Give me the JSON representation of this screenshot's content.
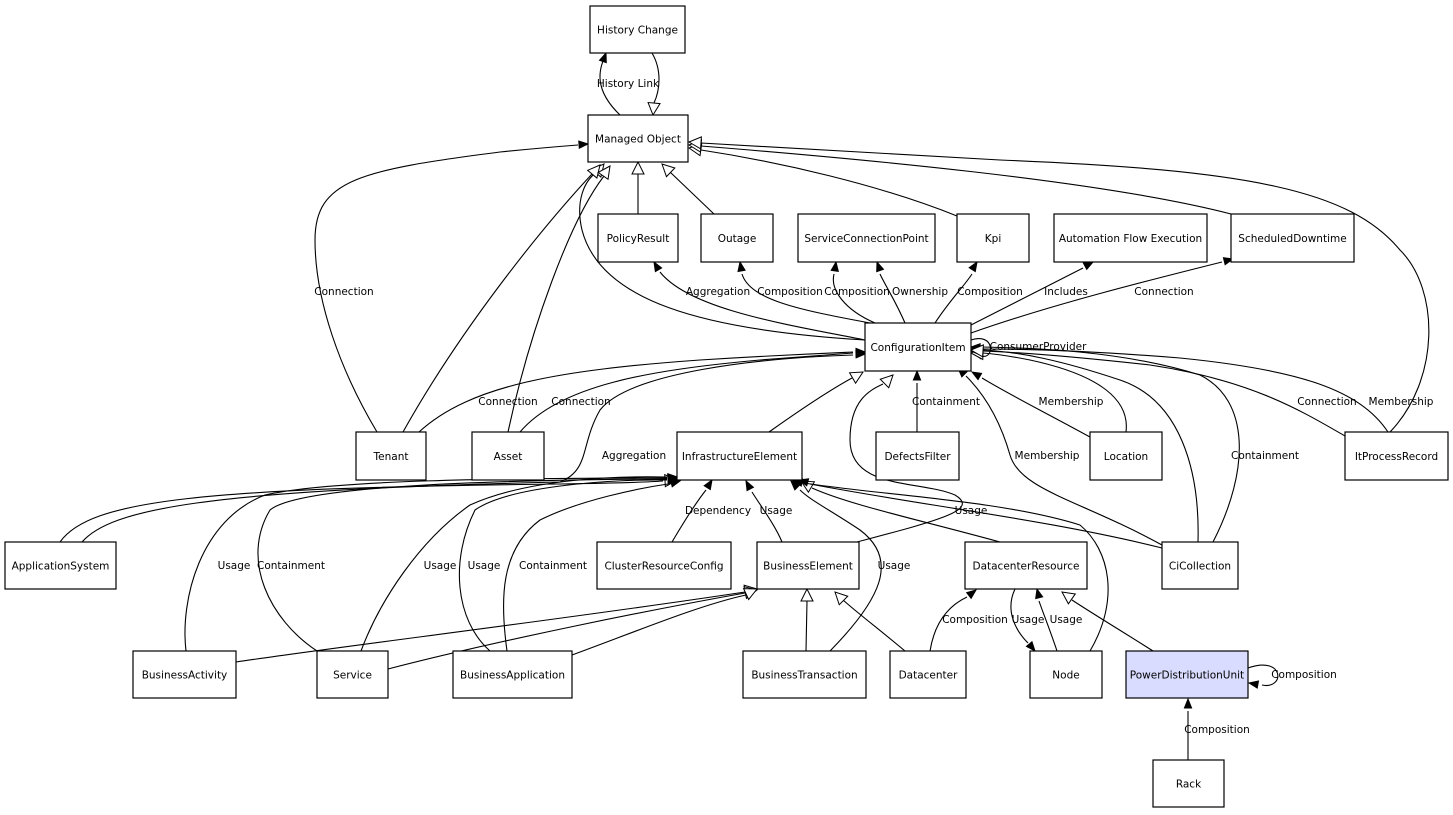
{
  "diagram": {
    "nodes": [
      {
        "id": "history_change",
        "label": "History Change"
      },
      {
        "id": "managed_object",
        "label": "Managed Object"
      },
      {
        "id": "policy_result",
        "label": "PolicyResult"
      },
      {
        "id": "outage",
        "label": "Outage"
      },
      {
        "id": "service_connection_point",
        "label": "ServiceConnectionPoint"
      },
      {
        "id": "kpi",
        "label": "Kpi"
      },
      {
        "id": "automation_flow_execution",
        "label": "Automation Flow Execution"
      },
      {
        "id": "scheduled_downtime",
        "label": "ScheduledDowntime"
      },
      {
        "id": "configuration_item",
        "label": "ConfigurationItem"
      },
      {
        "id": "tenant",
        "label": "Tenant"
      },
      {
        "id": "asset",
        "label": "Asset"
      },
      {
        "id": "infrastructure_element",
        "label": "InfrastructureElement"
      },
      {
        "id": "defects_filter",
        "label": "DefectsFilter"
      },
      {
        "id": "location",
        "label": "Location"
      },
      {
        "id": "it_process_record",
        "label": "ItProcessRecord"
      },
      {
        "id": "application_system",
        "label": "ApplicationSystem"
      },
      {
        "id": "cluster_resource_config",
        "label": "ClusterResourceConfig"
      },
      {
        "id": "business_element",
        "label": "BusinessElement"
      },
      {
        "id": "datacenter_resource",
        "label": "DatacenterResource"
      },
      {
        "id": "ci_collection",
        "label": "CiCollection"
      },
      {
        "id": "business_activity",
        "label": "BusinessActivity"
      },
      {
        "id": "service",
        "label": "Service"
      },
      {
        "id": "business_application",
        "label": "BusinessApplication"
      },
      {
        "id": "business_transaction",
        "label": "BusinessTransaction"
      },
      {
        "id": "datacenter",
        "label": "Datacenter"
      },
      {
        "id": "node",
        "label": "Node"
      },
      {
        "id": "power_distribution_unit",
        "label": "PowerDistributionUnit",
        "highlighted": true
      },
      {
        "id": "rack",
        "label": "Rack"
      }
    ],
    "edges": [
      {
        "id": "e_history_link",
        "label": "History Link",
        "from": "managed_object",
        "to": "history_change",
        "arrow": "filled"
      },
      {
        "id": "e_history_inherit",
        "label": "",
        "from": "history_change",
        "to": "managed_object",
        "arrow": "hollow"
      },
      {
        "id": "e_policy_inherit",
        "label": "",
        "from": "policy_result",
        "to": "managed_object",
        "arrow": "hollow"
      },
      {
        "id": "e_outage_inherit",
        "label": "",
        "from": "outage",
        "to": "managed_object",
        "arrow": "hollow"
      },
      {
        "id": "e_kpi_inherit",
        "label": "",
        "from": "kpi",
        "to": "managed_object",
        "arrow": "hollow"
      },
      {
        "id": "e_sched_inherit",
        "label": "",
        "from": "scheduled_downtime",
        "to": "managed_object",
        "arrow": "hollow"
      },
      {
        "id": "e_itproc_inherit",
        "label": "",
        "from": "it_process_record",
        "to": "managed_object",
        "arrow": "hollow"
      },
      {
        "id": "e_ci_inherit_mo",
        "label": "",
        "from": "configuration_item",
        "to": "managed_object",
        "arrow": "hollow"
      },
      {
        "id": "e_tenant_inherit",
        "label": "",
        "from": "tenant",
        "to": "managed_object",
        "arrow": "hollow"
      },
      {
        "id": "e_asset_inherit",
        "label": "",
        "from": "asset",
        "to": "managed_object",
        "arrow": "hollow"
      },
      {
        "id": "e_tenant_connection_mo",
        "label": "Connection",
        "from": "tenant",
        "to": "managed_object",
        "arrow": "filled"
      },
      {
        "id": "e_ci_aggregation_policy",
        "label": "Aggregation",
        "from": "configuration_item",
        "to": "policy_result",
        "arrow": "filled"
      },
      {
        "id": "e_ci_composition_outage",
        "label": "Composition",
        "from": "configuration_item",
        "to": "outage",
        "arrow": "filled"
      },
      {
        "id": "e_ci_composition_scp",
        "label": "Composition",
        "from": "configuration_item",
        "to": "service_connection_point",
        "arrow": "filled"
      },
      {
        "id": "e_ci_ownership_scp",
        "label": "Ownership",
        "from": "configuration_item",
        "to": "service_connection_point",
        "arrow": "filled"
      },
      {
        "id": "e_ci_composition_kpi",
        "label": "Composition",
        "from": "configuration_item",
        "to": "kpi",
        "arrow": "filled"
      },
      {
        "id": "e_ci_includes_afe",
        "label": "Includes",
        "from": "configuration_item",
        "to": "automation_flow_execution",
        "arrow": "filled"
      },
      {
        "id": "e_ci_connection_sd",
        "label": "Connection",
        "from": "configuration_item",
        "to": "scheduled_downtime",
        "arrow": "filled"
      },
      {
        "id": "e_ci_consumer_provider",
        "label": "ConsumerProvider",
        "from": "configuration_item",
        "to": "configuration_item",
        "arrow": "filled"
      },
      {
        "id": "e_tenant_connection_ci",
        "label": "Connection",
        "from": "tenant",
        "to": "configuration_item",
        "arrow": "filled"
      },
      {
        "id": "e_asset_connection_ci",
        "label": "Connection",
        "from": "asset",
        "to": "configuration_item",
        "arrow": "filled"
      },
      {
        "id": "e_appsys_aggregation_ci",
        "label": "Aggregation",
        "from": "application_system",
        "to": "configuration_item",
        "arrow": "filled"
      },
      {
        "id": "e_infra_inherit_ci",
        "label": "",
        "from": "infrastructure_element",
        "to": "configuration_item",
        "arrow": "hollow"
      },
      {
        "id": "e_defects_containment",
        "label": "Containment",
        "from": "defects_filter",
        "to": "configuration_item",
        "arrow": "filled"
      },
      {
        "id": "e_location_inherit",
        "label": "",
        "from": "location",
        "to": "configuration_item",
        "arrow": "hollow"
      },
      {
        "id": "e_location_membership",
        "label": "Membership",
        "from": "location",
        "to": "configuration_item",
        "arrow": "filled"
      },
      {
        "id": "e_itproc_connection",
        "label": "Connection",
        "from": "it_process_record",
        "to": "configuration_item",
        "arrow": "filled"
      },
      {
        "id": "e_itproc_membership",
        "label": "Membership",
        "from": "it_process_record",
        "to": "configuration_item",
        "arrow": "filled"
      },
      {
        "id": "e_cicoll_membership",
        "label": "Membership",
        "from": "ci_collection",
        "to": "configuration_item",
        "arrow": "filled"
      },
      {
        "id": "e_cicoll_containment",
        "label": "Containment",
        "from": "ci_collection",
        "to": "configuration_item",
        "arrow": "filled"
      },
      {
        "id": "e_cicoll_inherit",
        "label": "",
        "from": "ci_collection",
        "to": "configuration_item",
        "arrow": "hollow"
      },
      {
        "id": "e_bizelem_inherit_ci",
        "label": "",
        "from": "business_element",
        "to": "configuration_item",
        "arrow": "hollow"
      },
      {
        "id": "e_appsys_inherit_infra",
        "label": "",
        "from": "application_system",
        "to": "infrastructure_element",
        "arrow": "hollow"
      },
      {
        "id": "e_bizact_usage",
        "label": "Usage",
        "from": "business_activity",
        "to": "infrastructure_element",
        "arrow": "filled"
      },
      {
        "id": "e_service_containment",
        "label": "Containment",
        "from": "service",
        "to": "infrastructure_element",
        "arrow": "filled"
      },
      {
        "id": "e_service_usage",
        "label": "Usage",
        "from": "service",
        "to": "infrastructure_element",
        "arrow": "filled"
      },
      {
        "id": "e_bizapp_usage",
        "label": "Usage",
        "from": "business_application",
        "to": "infrastructure_element",
        "arrow": "filled"
      },
      {
        "id": "e_bizapp_containment",
        "label": "Containment",
        "from": "business_application",
        "to": "infrastructure_element",
        "arrow": "filled"
      },
      {
        "id": "e_cluster_dependency",
        "label": "Dependency",
        "from": "cluster_resource_config",
        "to": "infrastructure_element",
        "arrow": "filled"
      },
      {
        "id": "e_bizelem_usage",
        "label": "Usage",
        "from": "business_element",
        "to": "infrastructure_element",
        "arrow": "filled"
      },
      {
        "id": "e_biztrans_usage",
        "label": "Usage",
        "from": "business_transaction",
        "to": "infrastructure_element",
        "arrow": "filled"
      },
      {
        "id": "e_dcres_inherit_infra",
        "label": "",
        "from": "datacenter_resource",
        "to": "infrastructure_element",
        "arrow": "hollow"
      },
      {
        "id": "e_node_usage_infra",
        "label": "Usage",
        "from": "node",
        "to": "infrastructure_element",
        "arrow": "filled"
      },
      {
        "id": "e_cicoll_usage_infra",
        "label": "",
        "from": "ci_collection",
        "to": "infrastructure_element",
        "arrow": "filled"
      },
      {
        "id": "e_bizact_inherit_be",
        "label": "",
        "from": "business_activity",
        "to": "business_element",
        "arrow": "hollow"
      },
      {
        "id": "e_service_inherit_be",
        "label": "",
        "from": "service",
        "to": "business_element",
        "arrow": "hollow"
      },
      {
        "id": "e_bizapp_inherit_be",
        "label": "",
        "from": "business_application",
        "to": "business_element",
        "arrow": "hollow"
      },
      {
        "id": "e_biztrans_inherit_be",
        "label": "",
        "from": "business_transaction",
        "to": "business_element",
        "arrow": "hollow"
      },
      {
        "id": "e_datacenter_inherit_be",
        "label": "",
        "from": "datacenter",
        "to": "business_element",
        "arrow": "hollow"
      },
      {
        "id": "e_datacenter_composition_dcr",
        "label": "Composition",
        "from": "datacenter",
        "to": "datacenter_resource",
        "arrow": "filled"
      },
      {
        "id": "e_dcr_usage_node",
        "label": "Usage",
        "from": "datacenter_resource",
        "to": "node",
        "arrow": "filled"
      },
      {
        "id": "e_node_usage_dcr",
        "label": "Usage",
        "from": "node",
        "to": "datacenter_resource",
        "arrow": "filled"
      },
      {
        "id": "e_pdu_inherit_dcr",
        "label": "",
        "from": "power_distribution_unit",
        "to": "datacenter_resource",
        "arrow": "hollow"
      },
      {
        "id": "e_pdu_composition_self",
        "label": "Composition",
        "from": "power_distribution_unit",
        "to": "power_distribution_unit",
        "arrow": "filled"
      },
      {
        "id": "e_rack_composition_pdu",
        "label": "Composition",
        "from": "rack",
        "to": "power_distribution_unit",
        "arrow": "filled"
      }
    ]
  }
}
